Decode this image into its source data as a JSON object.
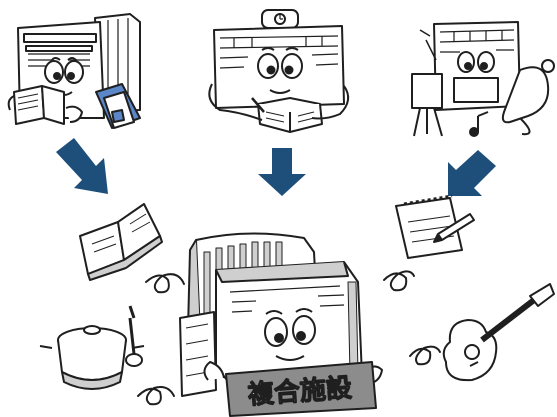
{
  "illustration": {
    "sign_text": "複合施設",
    "colors": {
      "ink": "#1f1f1f",
      "arrow": "#1e4f7a",
      "book_blue": "#5b86c7",
      "sign_fill": "#8c8c8c",
      "shade": "#cfcfcf"
    },
    "icons": [
      "library-building",
      "school-building",
      "community-center-building",
      "book-icon",
      "notepad-icon",
      "pot-icon",
      "guitar-icon"
    ]
  }
}
